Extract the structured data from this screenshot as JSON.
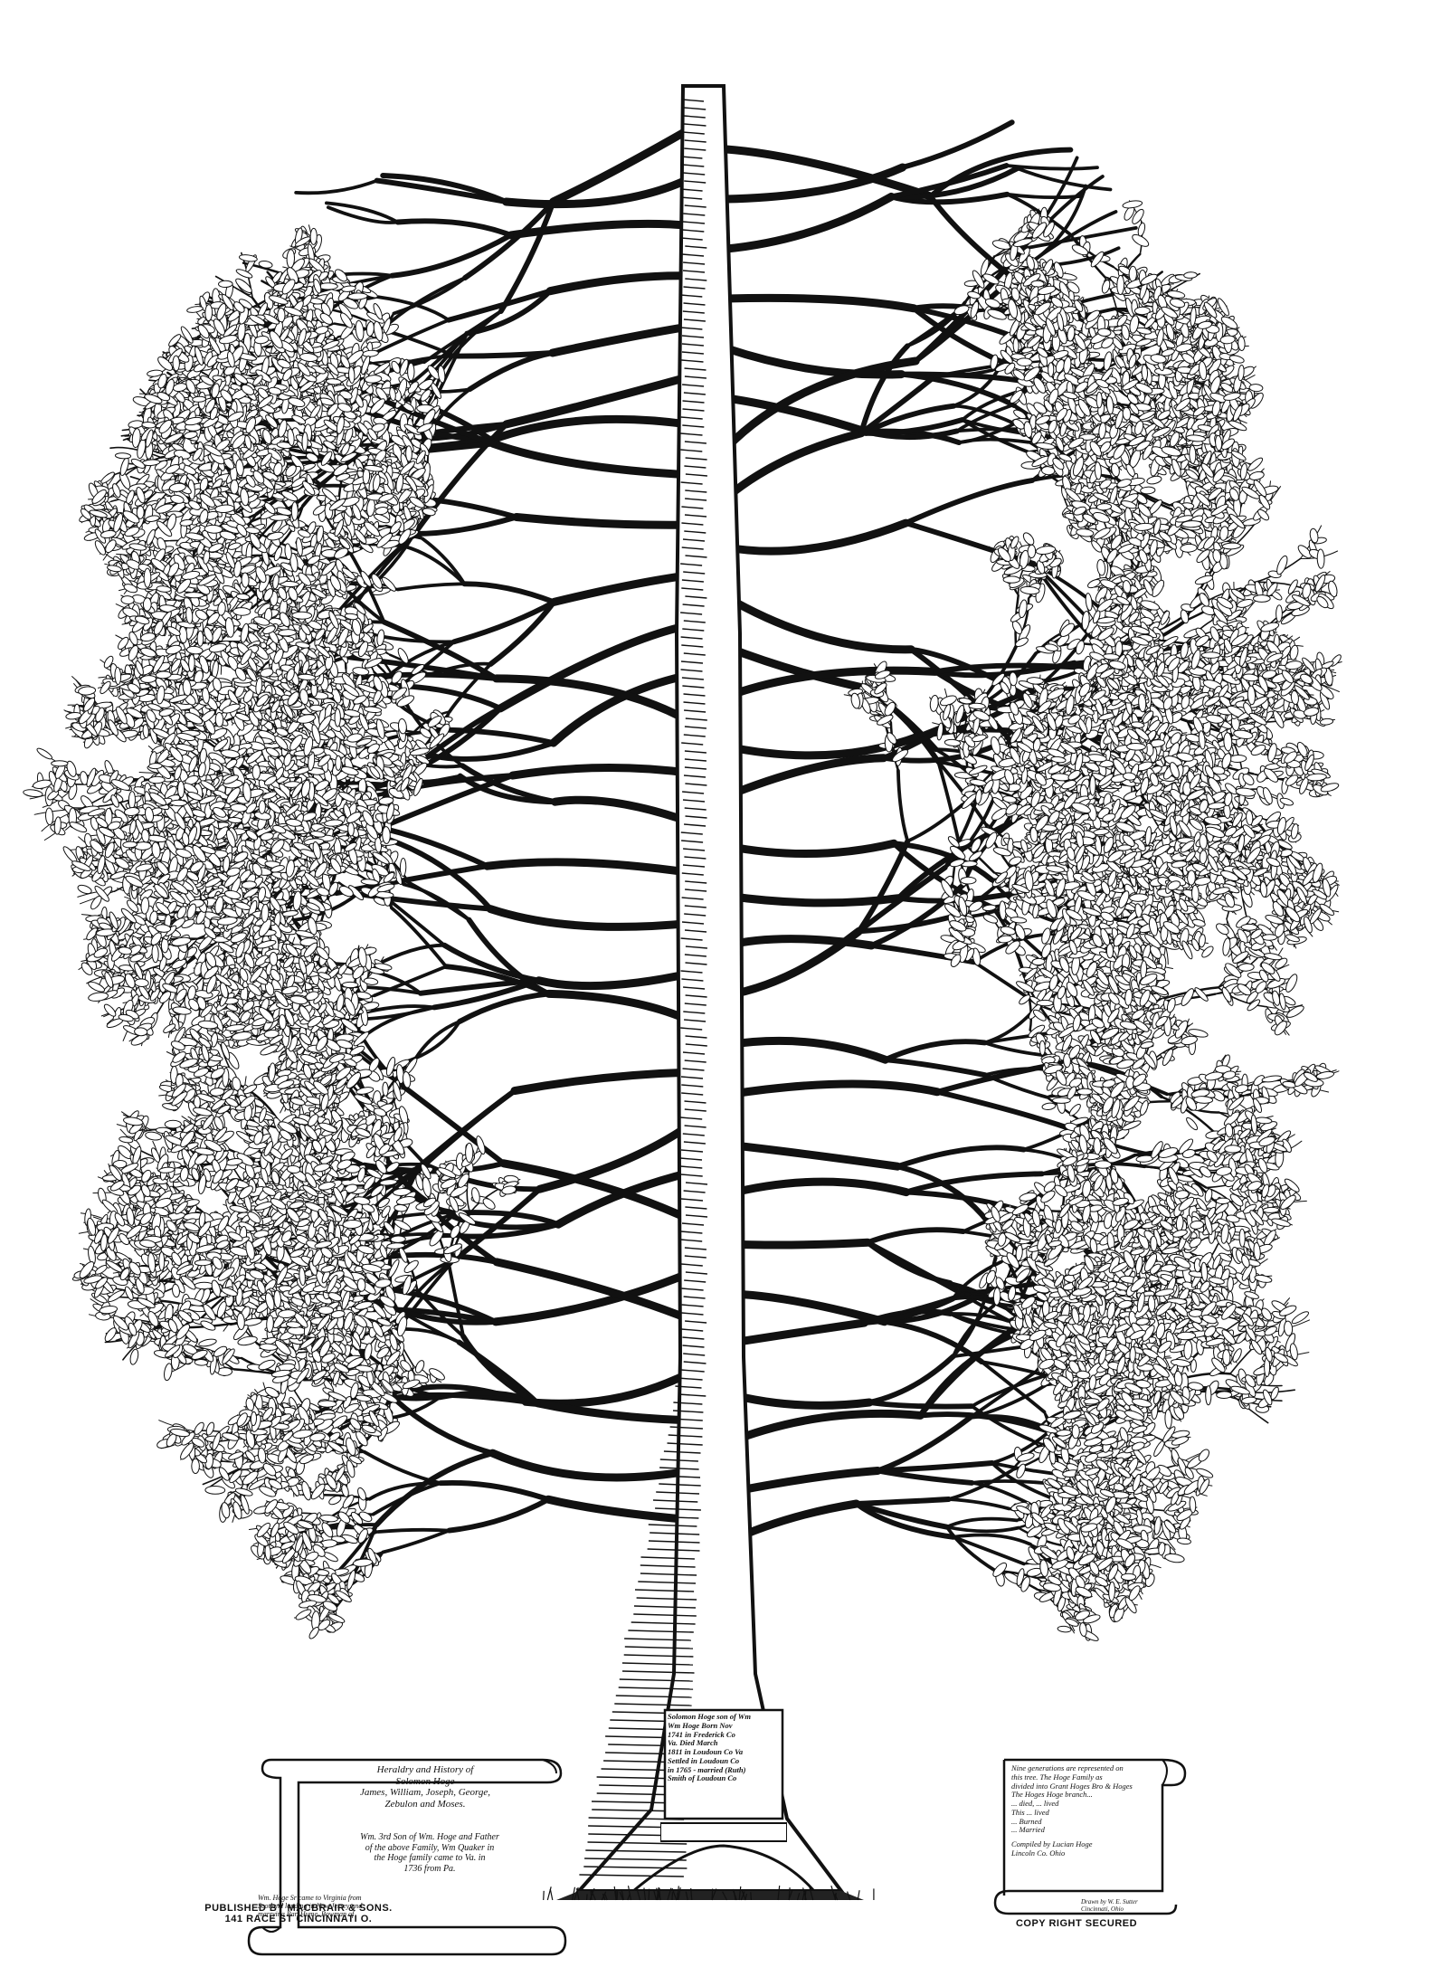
{
  "left_scroll": {
    "heading_lines": [
      "Heraldry and History of",
      "Solomon Hoge",
      "James, William, Joseph, George,",
      "Zebulon and Moses."
    ],
    "body_lines": [
      "Wm. 3rd Son of Wm. Hoge and Father",
      "of the above Family, Wm Quaker in",
      "the Hoge family came to Va. in",
      "1736 from Pa."
    ],
    "footer_lines": [
      "Wm. Hoge Sr came to Virginia from",
      "Scotland landing in New Jersey and",
      "marrying Bar. Hume, Bowman of",
      "Grandson of the Solomon Hoge ..."
    ]
  },
  "trunk_plaque": {
    "lines": [
      "Solomon Hoge son of Wm",
      "Wm Hoge Born Nov",
      "1741 in Frederick Co",
      "Va. Died March",
      "1811 in Loudoun Co Va",
      "Settled in Loudoun Co",
      "in 1765 - married (Ruth)",
      "Smith of Loudoun Co"
    ]
  },
  "right_scroll": {
    "lines": [
      "Nine generations are represented on",
      "this tree. The Hoge Family as",
      "divided into Grant Hoges Bro & Hoges",
      "The Hoges Hoge branch...",
      "... died, ... lived",
      "This ... lived",
      "... Burned",
      "... Married",
      "Compiled by Lucian Hoge",
      "Lincoln Co. Ohio"
    ],
    "footer_lines": [
      "Drawn by W. E. Sutter",
      "Cincinnati, Ohio"
    ]
  },
  "publisher_imprint": {
    "line1": "PUBLISHED BY MACBRAIR & SONS.",
    "line2": "141 RACE ST CINCINNATI O."
  },
  "copyright": "COPY RIGHT SECURED",
  "colors": {
    "ink": "#111111",
    "paper": "#ffffff",
    "leaf_fill": "#ffffff"
  }
}
